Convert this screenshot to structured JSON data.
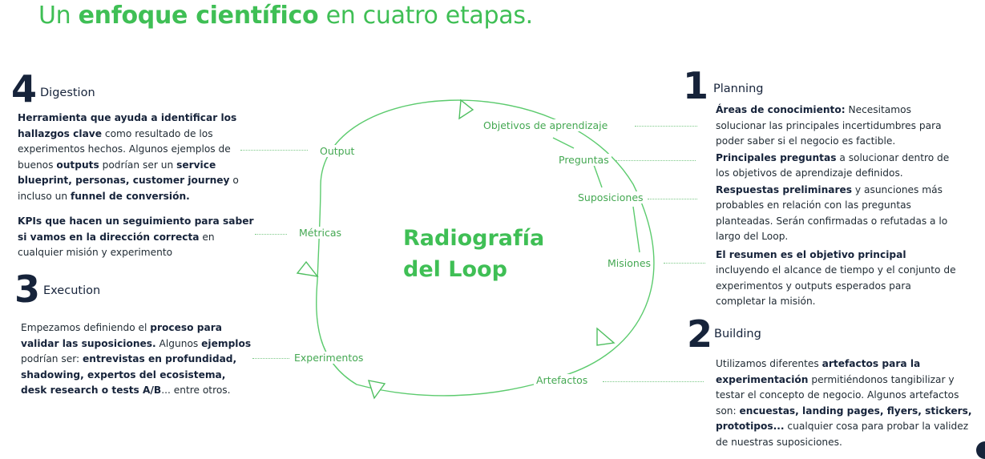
{
  "title": {
    "pre": "Un ",
    "bold": "enfoque científico",
    "post": " en cuatro etapas."
  },
  "center": {
    "line1": "Radiografía",
    "line2": "del Loop"
  },
  "loop_labels": {
    "objetivos": "Objetivos de aprendizaje",
    "preguntas": "Preguntas",
    "suposiciones": "Suposiciones",
    "misiones": "Misiones",
    "artefactos": "Artefactos",
    "experimentos": "Experimentos",
    "metricas": "Métricas",
    "output": "Output"
  },
  "colors": {
    "accent": "#3fbf55",
    "dark": "#16233a"
  },
  "stage1": {
    "num": "1",
    "name": "Planning",
    "p1": {
      "b1": "Áreas de conocimiento:",
      "t1": "  Necesitamos solucionar las principales incertidumbres para poder saber si el negocio es factible."
    },
    "p2": {
      "b1": "Principales preguntas",
      "t1": " a solucionar dentro de los objetivos de aprendizaje definidos."
    },
    "p3": {
      "b1": "Respuestas preliminares",
      "t1": " y asunciones más probables en relación con las preguntas planteadas. Serán confirmadas o refutadas a lo largo del Loop."
    },
    "p4": {
      "b1": "El resumen es el objetivo principal",
      "t1": " incluyendo el alcance de tiempo y el conjunto de experimentos y outputs esperados para completar la misión."
    }
  },
  "stage2": {
    "num": "2",
    "name": "Building",
    "t1": "Utilizamos diferentes ",
    "b1": "artefactos para la experimentación",
    "t2": " permitiéndonos tangibilizar y testar el concepto de negocio. Algunos artefactos son: ",
    "b2": "encuestas, landing pages, flyers, stickers, prototipos...",
    "t3": " cualquier cosa para probar la validez de nuestras suposiciones."
  },
  "stage3": {
    "num": "3",
    "name": "Execution",
    "t1": "Empezamos definiendo el  ",
    "b1": "proceso para validar las suposiciones.",
    "t2": " Algunos ",
    "b2": "ejemplos",
    "t3": " podrían ser: ",
    "b3": "entrevistas en profundidad, shadowing, expertos del ecosistema, desk research o tests A/B",
    "t4": "... entre otros."
  },
  "stage4": {
    "num": "4",
    "name": "Digestion",
    "p1": {
      "b1": "Herramienta que ayuda a identificar los hallazgos clave",
      "t1": " como resultado de los experimentos hechos. Algunos ejemplos de buenos ",
      "b2": "outputs",
      "t2": " podrían ser un ",
      "b3": "service blueprint, personas, customer journey",
      "t3": " o incluso un ",
      "b4": "funnel de conversión."
    },
    "p2": {
      "b1": "KPIs que hacen un seguimiento para saber si vamos en la dirección correcta",
      "t1": " en cualquier misión y experimento"
    }
  }
}
